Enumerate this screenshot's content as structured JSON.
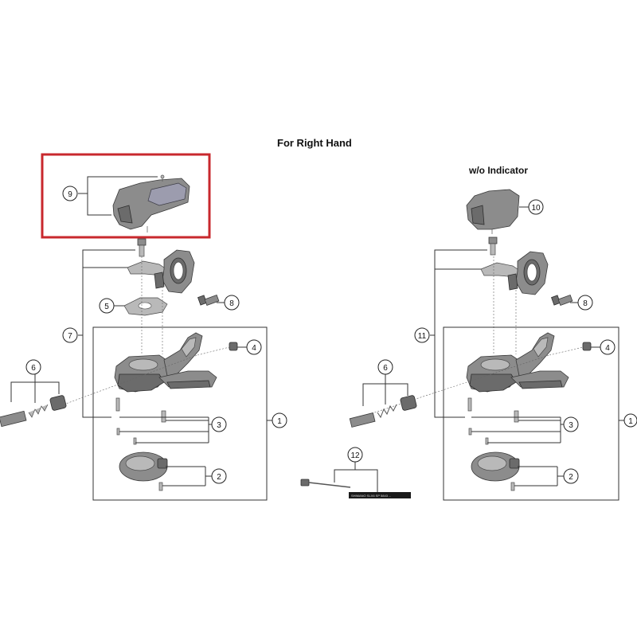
{
  "titles": {
    "main": "For Right Hand",
    "right_variant": "w/o Indicator"
  },
  "highlight_color": "#c8282d",
  "callouts": {
    "c1": "1",
    "c2": "2",
    "c3": "3",
    "c4": "4",
    "c5": "5",
    "c6": "6",
    "c7": "7",
    "c8": "8",
    "c9": "9",
    "c10": "10",
    "c11": "11",
    "c12": "12"
  },
  "cable_print": "SHIMANO SLX6 SP 5843 ..."
}
